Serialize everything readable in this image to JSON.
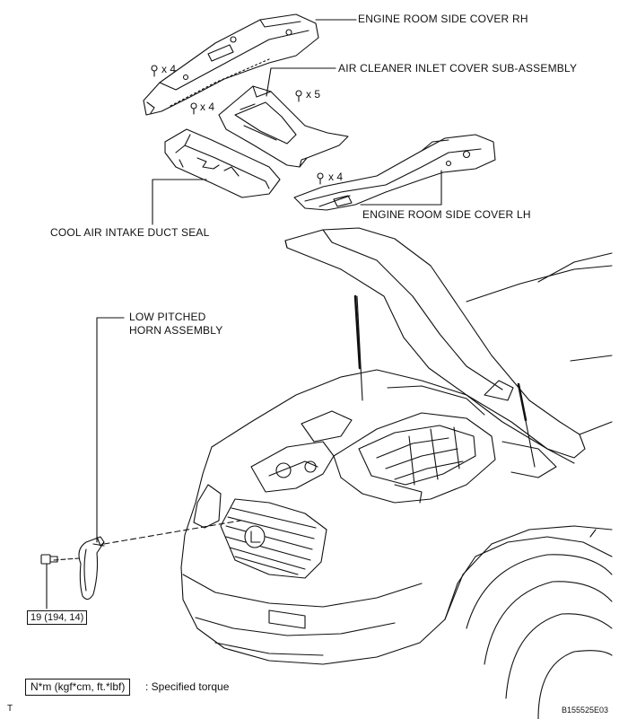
{
  "labels": {
    "engine_room_side_cover_rh": "ENGINE ROOM SIDE COVER RH",
    "air_cleaner_inlet_cover": "AIR CLEANER INLET COVER SUB-ASSEMBLY",
    "engine_room_side_cover_lh": "ENGINE ROOM SIDE COVER LH",
    "cool_air_intake_duct_seal": "COOL AIR INTAKE DUCT SEAL",
    "horn_line1": "LOW PITCHED",
    "horn_line2": "HORN ASSEMBLY"
  },
  "quantities": {
    "rh_clips": "x 4",
    "seal_clips": "x 4",
    "inlet_clips": "x 5",
    "lh_clips": "x 4"
  },
  "torque": {
    "horn_bolt": "19 (194, 14)"
  },
  "legend": {
    "units": "N*m (kgf*cm, ft.*lbf)",
    "meaning": ": Specified torque"
  },
  "corner": {
    "left": "T",
    "right": "B155525E03"
  }
}
